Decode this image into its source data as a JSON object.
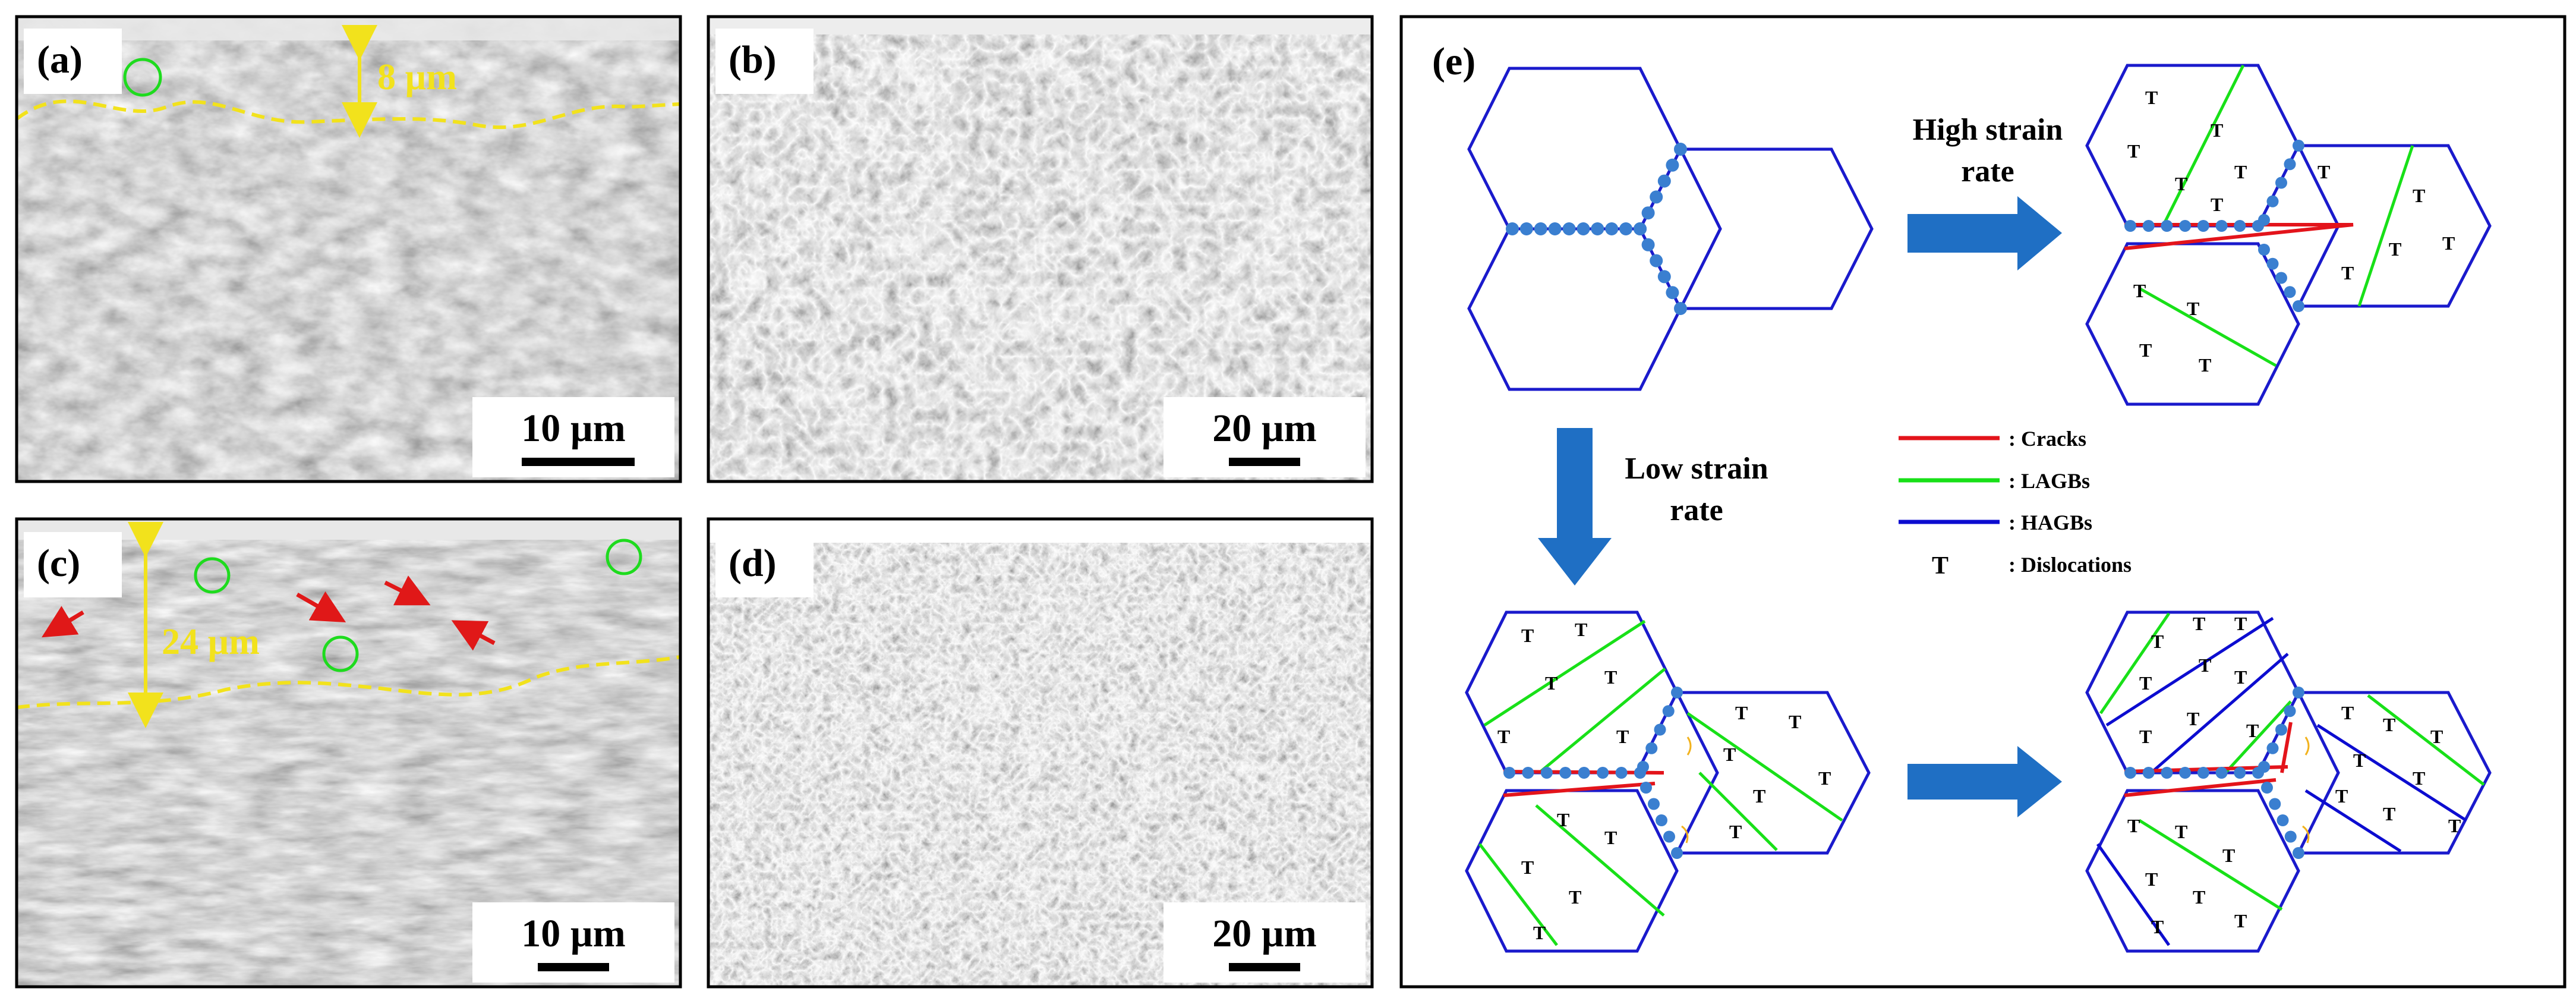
{
  "panels": {
    "a": {
      "label": "(a)",
      "scale_bar": "10 µm",
      "thickness": "8 µm"
    },
    "b": {
      "label": "(b)",
      "scale_bar": "20 µm"
    },
    "c": {
      "label": "(c)",
      "scale_bar": "10 µm",
      "thickness": "24 µm"
    },
    "d": {
      "label": "(d)",
      "scale_bar": "20 µm"
    },
    "e": {
      "label": "(e)"
    }
  },
  "schematic": {
    "high_rate_label_line1": "High strain",
    "high_rate_label_line2": "rate",
    "low_rate_label_line1": "Low strain",
    "low_rate_label_line2": "rate",
    "dislocation_symbol": "T"
  },
  "legend": [
    {
      "key": "cracks",
      "label": ": Cracks",
      "color": "#e3141b"
    },
    {
      "key": "lagbs",
      "label": ": LAGBs",
      "color": "#18e018"
    },
    {
      "key": "hagbs",
      "label": ": HAGBs",
      "color": "#0c0cd0"
    },
    {
      "key": "dislocations",
      "label": ": Dislocations",
      "symbol": "T"
    }
  ],
  "colors": {
    "hexagon_edge": "#1a1acc",
    "boundary_dot": "#3a7fd0",
    "arrow": "#1f6fc4",
    "annotation_yellow": "#f2e21c",
    "circle_marker": "#1edb1e",
    "red_arrow": "#e01818"
  }
}
